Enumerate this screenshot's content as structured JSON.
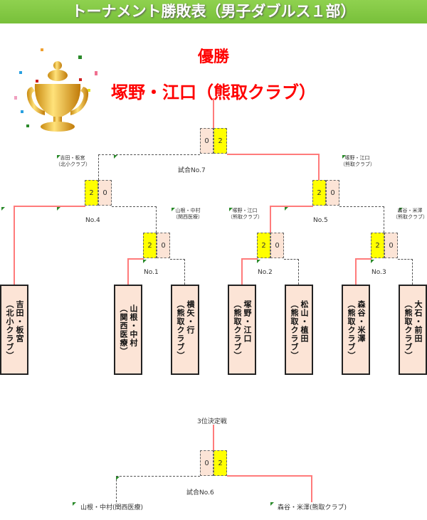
{
  "header": {
    "title": "トーナメント勝敗表（男子ダブルス１部）"
  },
  "champion": {
    "label": "優勝",
    "name": "塚野・江口（熊取クラブ）"
  },
  "colors": {
    "header": "#78c03a",
    "winner_line": "#ff7b7b",
    "winner_score": "#ffff00",
    "loser_score": "#fce4d6",
    "champion_text": "#ff0000"
  },
  "matches": {
    "final": {
      "label": "試合No.7",
      "left": "0",
      "right": "2"
    },
    "m4": {
      "label": "No.4",
      "left": "2",
      "right": "0"
    },
    "m5": {
      "label": "No.5",
      "left": "2",
      "right": "0"
    },
    "m1": {
      "label": "No.1",
      "left": "2",
      "right": "0"
    },
    "m2": {
      "label": "No.2",
      "left": "2",
      "right": "0"
    },
    "m3": {
      "label": "No.3",
      "left": "2",
      "right": "0"
    },
    "third": {
      "title": "3位決定戦",
      "label": "試合No.6",
      "left": "0",
      "right": "2"
    }
  },
  "advancers": [
    {
      "text": "吉田・板宮（北小クラブ）"
    },
    {
      "text": "塚野・江口（熊取クラブ）"
    },
    {
      "text": "山根・中村（関西医療）"
    },
    {
      "text": "塚野・江口（熊取クラブ）"
    },
    {
      "text": "森谷・米澤（熊取クラブ）"
    }
  ],
  "teams": [
    {
      "name": "吉田・板宮",
      "club": "（北小クラブ）"
    },
    {
      "name": "山根・中村",
      "club": "（関西医療）"
    },
    {
      "name": "横矢・行",
      "club": "（熊取クラブ）"
    },
    {
      "name": "塚野・江口",
      "club": "（熊取クラブ）"
    },
    {
      "name": "松山・植田",
      "club": "（熊取クラブ）"
    },
    {
      "name": "森谷・米澤",
      "club": "（熊取クラブ）"
    },
    {
      "name": "大石・前田",
      "club": "（熊取クラブ）"
    }
  ],
  "third_place": [
    {
      "text": "山根・中村(関西医療)"
    },
    {
      "text": "森谷・米澤(熊取クラブ)"
    }
  ]
}
